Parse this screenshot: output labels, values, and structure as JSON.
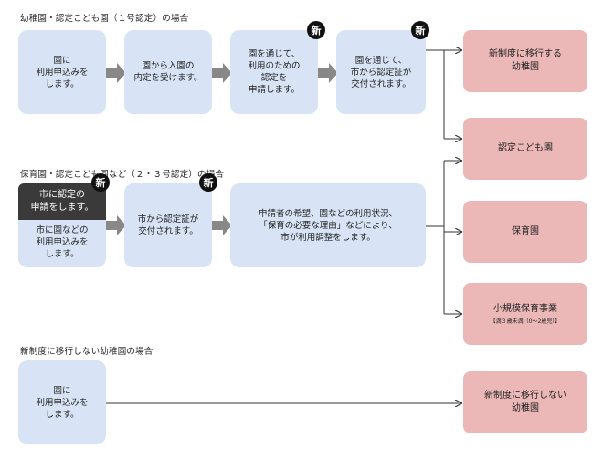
{
  "sections": {
    "kindergarten_certified_1": "幼稚園・認定こども園（１号認定）の場合",
    "nursery_certified_23": "保育園・認定こども園など（２・３号認定）の場合",
    "non_transition_kindergarten": "新制度に移行しない幼稚園の場合"
  },
  "flow1": {
    "step1": "園に\n利用申込みを\nします。",
    "step2": "園から入園の\n内定を受けます。",
    "step3": "園を通じて、\n利用のための\n認定を\n申請します。",
    "step4": "園を通じて、\n市から認定証が\n交付されます。"
  },
  "flow2": {
    "highlight": "市に認定の\n申請をします。",
    "step1": "市に園などの\n利用申込みを\nします。",
    "step2": "市から認定証が\n交付されます。",
    "step3": "申請者の希望、園などの利用状況、\n「保育の必要な理由」などにより、\n市が利用調整をします。"
  },
  "flow3": {
    "step1": "園に\n利用申込みを\nします。"
  },
  "destinations": {
    "new_system_kindergarten": "新制度に移行する\n幼稚園",
    "certified_kodomoen": "認定こども園",
    "nursery": "保育園",
    "small_nursery": "小規模保育事業",
    "small_nursery_note": "【満３歳未満（0～2歳児）】",
    "non_transition_kindergarten": "新制度に移行しない\n幼稚園"
  },
  "badge_new": "新",
  "colors": {
    "step_box": "#d8e4f5",
    "destination_box": "#ecb7b7",
    "arrow_gray": "#888888",
    "badge": "#111111",
    "highlight_box": "#3a3a3a"
  }
}
